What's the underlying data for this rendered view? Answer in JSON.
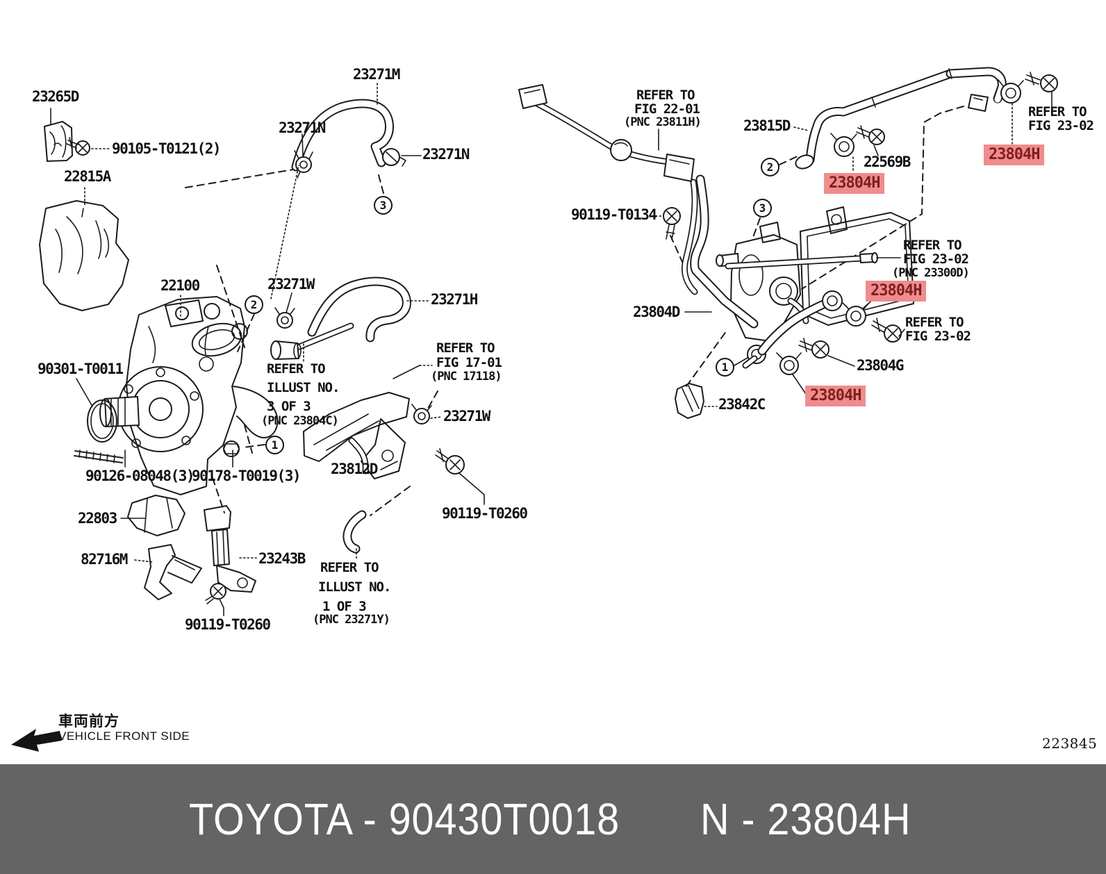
{
  "colors": {
    "highlight_bg": "#f08c8c",
    "highlight_fg": "#7e1f1f",
    "banner_bg": "#646464",
    "banner_fg": "#ffffff",
    "line": "#1b1b1b"
  },
  "labels": {
    "p23265d": "23265D",
    "p90105_t0121": "90105-T0121(2)",
    "p22815a": "22815A",
    "p23271m": "23271M",
    "p23271n_left": "23271N",
    "p23271n_right": "23271N",
    "p22100": "22100",
    "p23271w_top": "23271W",
    "p23271h": "23271H",
    "p90301_t0011": "90301-T0011",
    "p90126_08048": "90126-08048(3)",
    "p90178_t0019": "90178-T0019(3)",
    "p22803": "22803",
    "p82716m": "82716M",
    "p23243b": "23243B",
    "p90119_t0260_left": "90119-T0260",
    "p23812d": "23812D",
    "p23271w_bottom": "23271W",
    "p90119_t0260_right": "90119-T0260",
    "p23815d": "23815D",
    "p90119_t0134": "90119-T0134",
    "p22569b": "22569B",
    "p23804d": "23804D",
    "p23804g": "23804G",
    "p23842c": "23842C",
    "h23804h_1": "23804H",
    "h23804h_2": "23804H",
    "h23804h_3": "23804H",
    "h23804h_4": "23804H"
  },
  "refer_notes": {
    "fig_17_01": {
      "l1": "REFER TO",
      "l2": "FIG 17-01",
      "l3": "(PNC 17118)"
    },
    "illust_3_of_3": {
      "l1": "REFER TO",
      "l2": "ILLUST NO.",
      "l3": "3 OF 3",
      "l4": "(PNC 23804C)"
    },
    "illust_1_of_3": {
      "l1": "REFER TO",
      "l2": "ILLUST NO.",
      "l3": "1 OF 3",
      "l4": "(PNC 23271Y)"
    },
    "fig_22_01": {
      "l1": "REFER TO",
      "l2": "FIG 22-01",
      "l3": "(PNC 23811H)"
    },
    "fig_23_02_top": {
      "l1": "REFER TO",
      "l2": "FIG 23-02"
    },
    "fig_23_02_mid": {
      "l1": "REFER TO",
      "l2": "FIG 23-02",
      "l3": "(PNC 23300D)"
    },
    "fig_23_02_low": {
      "l1": "REFER TO",
      "l2": "FIG 23-02"
    }
  },
  "callouts": {
    "c1_left": "1",
    "c2_left": "2",
    "c3_left": "3",
    "c1_right": "1",
    "c2_right": "2",
    "c3_right": "3"
  },
  "orientation": {
    "jp": "車両前方",
    "en": "VEHICLE FRONT SIDE"
  },
  "figure_code": "223845",
  "footer_banner": {
    "left_text": "TOYOTA - 90430T0018",
    "right_text": "N - 23804H"
  }
}
